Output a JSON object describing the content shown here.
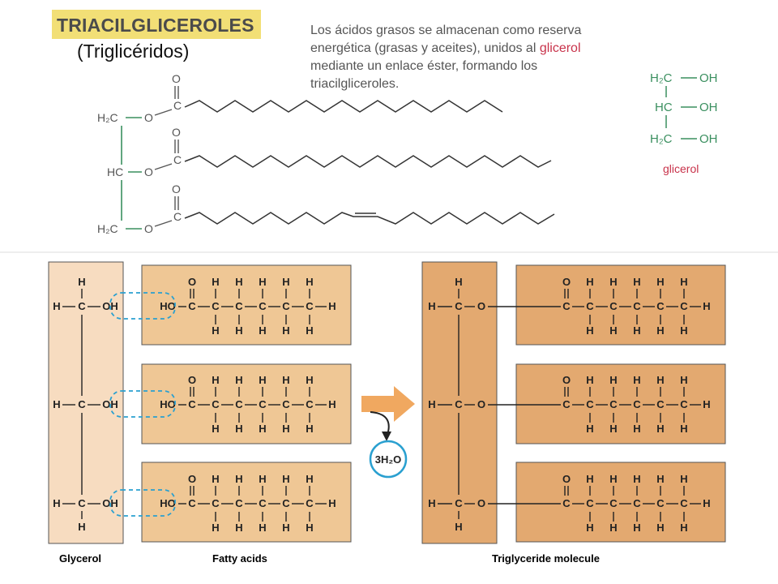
{
  "top": {
    "title": "TRIACILGLICEROLES",
    "subtitle": "(Triglicéridos)",
    "description": {
      "part1": "Los ácidos grasos se almacenan como reserva energética (grasas y aceites), unidos al ",
      "highlight": "glicerol",
      "part2": " mediante un enlace éster, formando los triacilgliceroles."
    },
    "glycerol_label": "glicerol"
  },
  "bottom": {
    "glycerol_label": "Glycerol",
    "fatty_acids_label": "Fatty acids",
    "triglyceride_label": "Triglyceride molecule",
    "water_label": "3H₂O"
  },
  "colors": {
    "title_bg": "#f2df76",
    "highlight_red": "#c8324a",
    "ester_green": "#3a8f5f",
    "panel_light": "#f7dcc0",
    "panel_mid": "#efc795",
    "panel_dark": "#e3a970",
    "arrow_orange": "#f0a860",
    "circle_blue": "#2aa0d0"
  }
}
